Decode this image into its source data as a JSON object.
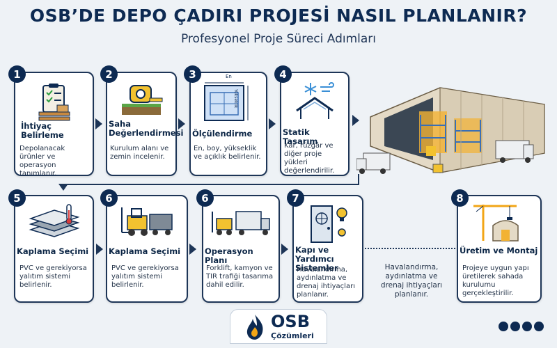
{
  "header": {
    "title": "OSB’DE DEPO ÇADIRI PROJESİ NASIL PLANLANIR?",
    "subtitle": "Profesyonel Proje Süreci Adımları"
  },
  "steps": [
    {
      "number": "1",
      "title": "İhtiyaç Belirleme",
      "desc": "Depolanacak ürünler ve operasyon tanımlanır.",
      "icon": "clipboard-icon"
    },
    {
      "number": "2",
      "title": "Saha Değerlendirmesi",
      "desc": "Kurulum alanı ve zemin incelenir.",
      "icon": "tape-measure-icon"
    },
    {
      "number": "3",
      "title": "Ölçülendirme",
      "desc": "En, boy, yükseklik ve açıklık belirlenir.",
      "icon": "blueprint-icon",
      "label_en": "En",
      "label_height": "Yükseklik"
    },
    {
      "number": "4",
      "title": "Statik Tasarım",
      "desc": "Kar, rüzgâr ve diğer proje yükleri değerlendirilir.",
      "icon": "snow-wind-icon"
    },
    {
      "number": "5",
      "title": "Kaplama Seçimi",
      "desc": "PVC ve gerekiyorsa yalıtım sistemi belirlenir.",
      "icon": "insulation-layers-icon"
    },
    {
      "number": "6",
      "title": "Kaplama Seçimi",
      "desc": "PVC ve gerekiyorsa yalıtım sistemi belirlenir.",
      "icon": "forklift-icon"
    },
    {
      "number": "6",
      "title": "Operasyon Planı",
      "desc": "Forklift, kamyon ve TIR trafiği tasarıma dahil edilir.",
      "icon": "forklift-truck-icon"
    },
    {
      "number": "7",
      "title": "Kapı ve Yardımcı Sistemler",
      "desc": "Havalandırma, aydınlatma ve drenaj ihtiyaçları planlanır.",
      "icon": "door-light-icon"
    },
    {
      "number": "8",
      "title": "Üretim ve Montaj",
      "desc": "Projeye uygun yapı üretilerek sahada kurulumu gerçekleştirilir.",
      "icon": "crane-icon"
    }
  ],
  "extra_desc": "Havalandırma, aydınlatma ve drenaj ihtiyaçları planlanır.",
  "logo": {
    "name": "OSB",
    "sub": "Çözümleri"
  },
  "colors": {
    "navy": "#0d2a52",
    "card_border": "#1d3557",
    "background": "#eef2f6",
    "tent": "#d9cdb5"
  }
}
